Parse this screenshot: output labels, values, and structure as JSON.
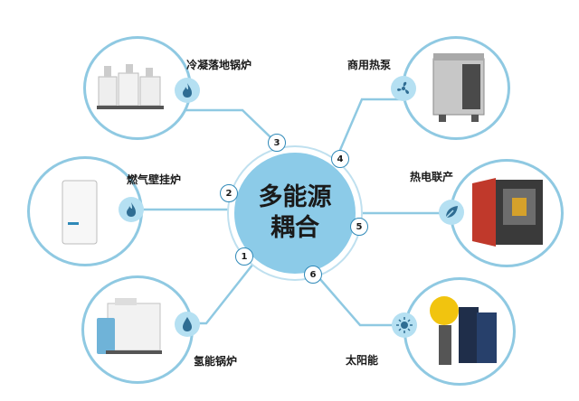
{
  "hub": {
    "line1": "多能源",
    "line2": "耦合"
  },
  "steps": [
    "1",
    "2",
    "3",
    "4",
    "5",
    "6"
  ],
  "nodes": {
    "condensing_boiler": {
      "label": "冷凝落地锅炉",
      "icon": "flame-icon"
    },
    "heat_pump": {
      "label": "商用热泵",
      "icon": "fan-icon"
    },
    "wall_boiler": {
      "label": "燃气壁挂炉",
      "icon": "flame-icon"
    },
    "chp": {
      "label": "热电联产",
      "icon": "leaf-icon"
    },
    "hydrogen_boiler": {
      "label": "氢能锅炉",
      "icon": "water-drop-icon"
    },
    "solar": {
      "label": "太阳能",
      "icon": "sun-icon"
    }
  },
  "colors": {
    "accent": "#8ccbe8",
    "ring": "#8fc9e2",
    "badge": "#b5e0f2",
    "icon": "#2f6d93",
    "number_border": "#2f89b8"
  }
}
